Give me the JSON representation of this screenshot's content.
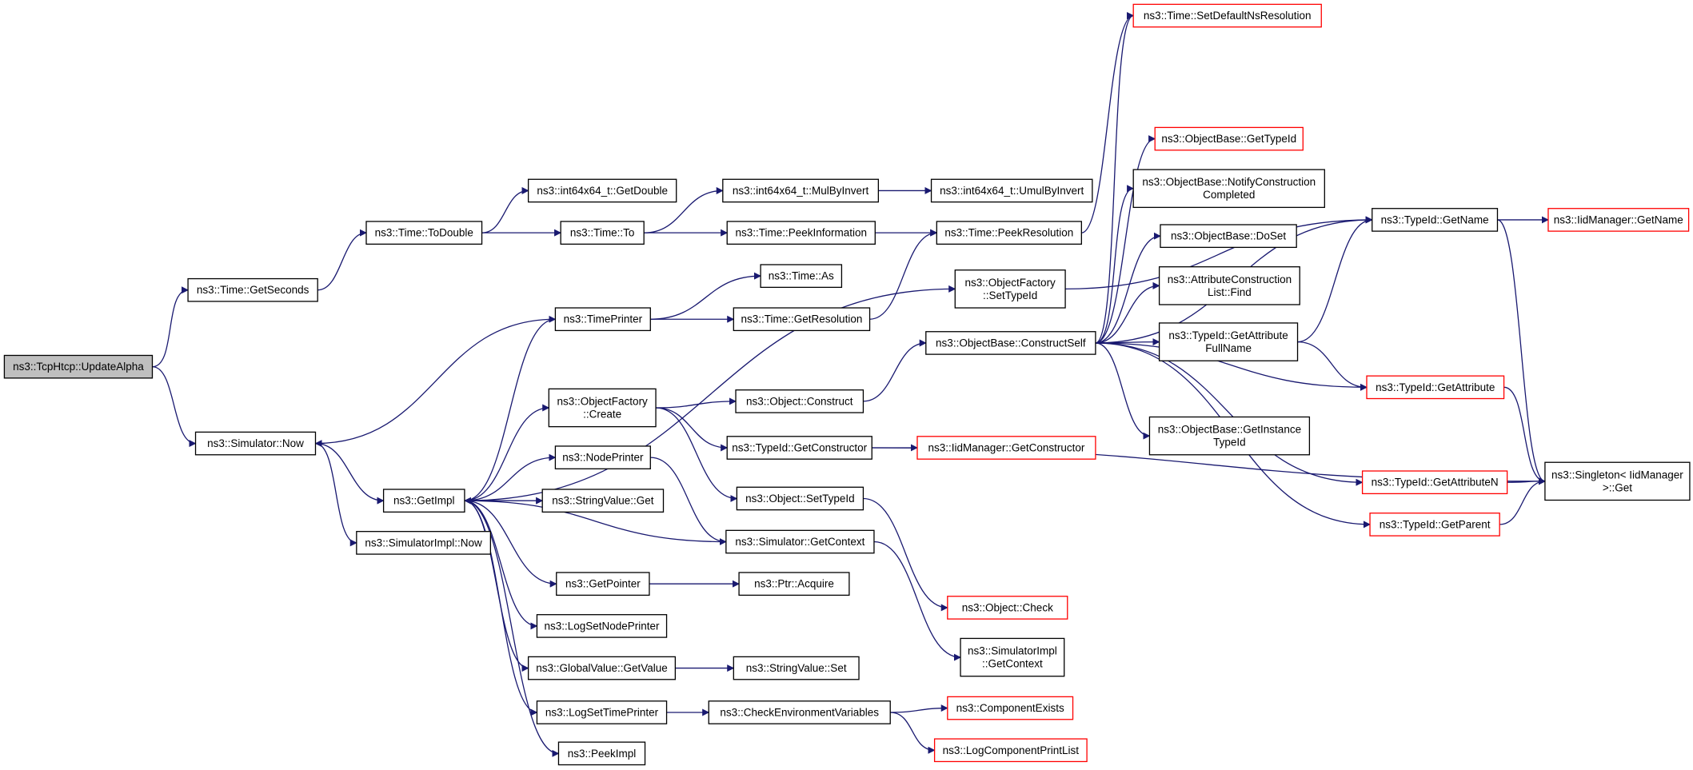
{
  "colors": {
    "edge": "#191970",
    "box_border": "#000000",
    "truncated_border": "#ff0000",
    "root_fill": "#bfbfbf",
    "box_fill": "#ffffff"
  },
  "nodes": [
    {
      "id": "updatealpha",
      "lines": [
        "ns3::TcpHtcp::UpdateAlpha"
      ],
      "style": "root"
    },
    {
      "id": "getseconds",
      "lines": [
        "ns3::Time::GetSeconds"
      ],
      "style": "normal"
    },
    {
      "id": "simnow",
      "lines": [
        "ns3::Simulator::Now"
      ],
      "style": "normal"
    },
    {
      "id": "todouble",
      "lines": [
        "ns3::Time::ToDouble"
      ],
      "style": "normal"
    },
    {
      "id": "getdouble",
      "lines": [
        "ns3::int64x64_t::GetDouble"
      ],
      "style": "normal"
    },
    {
      "id": "timeto",
      "lines": [
        "ns3::Time::To"
      ],
      "style": "normal"
    },
    {
      "id": "mulbyinvert",
      "lines": [
        "ns3::int64x64_t::MulByInvert"
      ],
      "style": "normal"
    },
    {
      "id": "umulbyinvert",
      "lines": [
        "ns3::int64x64_t::UmulByInvert"
      ],
      "style": "normal"
    },
    {
      "id": "peekinformation",
      "lines": [
        "ns3::Time::PeekInformation"
      ],
      "style": "normal"
    },
    {
      "id": "peekresolution",
      "lines": [
        "ns3::Time::PeekResolution"
      ],
      "style": "normal"
    },
    {
      "id": "setdefaultnsres",
      "lines": [
        "ns3::Time::SetDefaultNsResolution"
      ],
      "style": "truncated"
    },
    {
      "id": "timeas",
      "lines": [
        "ns3::Time::As"
      ],
      "style": "normal"
    },
    {
      "id": "timeprinter",
      "lines": [
        "ns3::TimePrinter"
      ],
      "style": "normal"
    },
    {
      "id": "getresolution",
      "lines": [
        "ns3::Time::GetResolution"
      ],
      "style": "normal"
    },
    {
      "id": "getimpl",
      "lines": [
        "ns3::GetImpl"
      ],
      "style": "normal"
    },
    {
      "id": "simimplnow",
      "lines": [
        "ns3::SimulatorImpl::Now"
      ],
      "style": "normal"
    },
    {
      "id": "ofcreate",
      "lines": [
        "ns3::ObjectFactory",
        "::Create"
      ],
      "style": "normal"
    },
    {
      "id": "nodeprinter",
      "lines": [
        "ns3::NodePrinter"
      ],
      "style": "normal"
    },
    {
      "id": "stringvalueget",
      "lines": [
        "ns3::StringValue::Get"
      ],
      "style": "normal"
    },
    {
      "id": "getpointer",
      "lines": [
        "ns3::GetPointer"
      ],
      "style": "normal"
    },
    {
      "id": "logsetnodeprinter",
      "lines": [
        "ns3::LogSetNodePrinter"
      ],
      "style": "normal"
    },
    {
      "id": "gvgetvalue",
      "lines": [
        "ns3::GlobalValue::GetValue"
      ],
      "style": "normal"
    },
    {
      "id": "logsettimeprinter",
      "lines": [
        "ns3::LogSetTimePrinter"
      ],
      "style": "normal"
    },
    {
      "id": "peekimpl",
      "lines": [
        "ns3::PeekImpl"
      ],
      "style": "normal"
    },
    {
      "id": "ofsettypeid",
      "lines": [
        "ns3::ObjectFactory",
        "::SetTypeId"
      ],
      "style": "normal"
    },
    {
      "id": "objconstruct",
      "lines": [
        "ns3::Object::Construct"
      ],
      "style": "normal"
    },
    {
      "id": "tidgetconstructor",
      "lines": [
        "ns3::TypeId::GetConstructor"
      ],
      "style": "normal"
    },
    {
      "id": "objsettypeid",
      "lines": [
        "ns3::Object::SetTypeId"
      ],
      "style": "normal"
    },
    {
      "id": "simgetcontext",
      "lines": [
        "ns3::Simulator::GetContext"
      ],
      "style": "normal"
    },
    {
      "id": "ptracquire",
      "lines": [
        "ns3::Ptr::Acquire"
      ],
      "style": "normal"
    },
    {
      "id": "stringvalueset",
      "lines": [
        "ns3::StringValue::Set"
      ],
      "style": "normal"
    },
    {
      "id": "checkenv",
      "lines": [
        "ns3::CheckEnvironmentVariables"
      ],
      "style": "normal"
    },
    {
      "id": "obconstructself",
      "lines": [
        "ns3::ObjectBase::ConstructSelf"
      ],
      "style": "normal"
    },
    {
      "id": "iidgetconstructor",
      "lines": [
        "ns3::IidManager::GetConstructor"
      ],
      "style": "truncated"
    },
    {
      "id": "objcheck",
      "lines": [
        "ns3::Object::Check"
      ],
      "style": "truncated"
    },
    {
      "id": "simimplgetcontext",
      "lines": [
        "ns3::SimulatorImpl",
        "::GetContext"
      ],
      "style": "normal"
    },
    {
      "id": "componentexists",
      "lines": [
        "ns3::ComponentExists"
      ],
      "style": "truncated"
    },
    {
      "id": "logcomponentprintlist",
      "lines": [
        "ns3::LogComponentPrintList"
      ],
      "style": "truncated"
    },
    {
      "id": "obgettypeid",
      "lines": [
        "ns3::ObjectBase::GetTypeId"
      ],
      "style": "truncated"
    },
    {
      "id": "obnotify",
      "lines": [
        "ns3::ObjectBase::NotifyConstruction",
        "Completed"
      ],
      "style": "normal"
    },
    {
      "id": "obdoset",
      "lines": [
        "ns3::ObjectBase::DoSet"
      ],
      "style": "normal"
    },
    {
      "id": "attrlistfind",
      "lines": [
        "ns3::AttributeConstruction",
        "List::Find"
      ],
      "style": "normal"
    },
    {
      "id": "tidgetattrfullname",
      "lines": [
        "ns3::TypeId::GetAttribute",
        "FullName"
      ],
      "style": "normal"
    },
    {
      "id": "obgetinstancetypeid",
      "lines": [
        "ns3::ObjectBase::GetInstance",
        "TypeId"
      ],
      "style": "normal"
    },
    {
      "id": "tidgetname",
      "lines": [
        "ns3::TypeId::GetName"
      ],
      "style": "normal"
    },
    {
      "id": "iidgetname",
      "lines": [
        "ns3::IidManager::GetName"
      ],
      "style": "truncated"
    },
    {
      "id": "tidgetattribute",
      "lines": [
        "ns3::TypeId::GetAttribute"
      ],
      "style": "truncated"
    },
    {
      "id": "tidgetattributen",
      "lines": [
        "ns3::TypeId::GetAttributeN"
      ],
      "style": "truncated"
    },
    {
      "id": "tidgetparent",
      "lines": [
        "ns3::TypeId::GetParent"
      ],
      "style": "truncated"
    },
    {
      "id": "singletonget",
      "lines": [
        "ns3::Singleton< IidManager",
        " >::Get"
      ],
      "style": "normal"
    }
  ],
  "edges": [
    [
      "updatealpha",
      "getseconds"
    ],
    [
      "updatealpha",
      "simnow"
    ],
    [
      "getseconds",
      "todouble"
    ],
    [
      "todouble",
      "getdouble"
    ],
    [
      "todouble",
      "timeto"
    ],
    [
      "timeto",
      "mulbyinvert"
    ],
    [
      "timeto",
      "peekinformation"
    ],
    [
      "mulbyinvert",
      "umulbyinvert"
    ],
    [
      "peekinformation",
      "peekresolution"
    ],
    [
      "peekresolution",
      "setdefaultnsres"
    ],
    [
      "timeprinter",
      "timeas"
    ],
    [
      "timeprinter",
      "getresolution"
    ],
    [
      "timeprinter",
      "simnow"
    ],
    [
      "getresolution",
      "peekresolution"
    ],
    [
      "simnow",
      "getimpl"
    ],
    [
      "simnow",
      "simimplnow"
    ],
    [
      "getimpl",
      "timeprinter"
    ],
    [
      "getimpl",
      "ofsettypeid"
    ],
    [
      "getimpl",
      "ofcreate"
    ],
    [
      "getimpl",
      "nodeprinter"
    ],
    [
      "getimpl",
      "stringvalueget"
    ],
    [
      "getimpl",
      "getpointer"
    ],
    [
      "getimpl",
      "logsetnodeprinter"
    ],
    [
      "getimpl",
      "gvgetvalue"
    ],
    [
      "getimpl",
      "logsettimeprinter"
    ],
    [
      "getimpl",
      "peekimpl"
    ],
    [
      "ofcreate",
      "objconstruct"
    ],
    [
      "ofcreate",
      "tidgetconstructor"
    ],
    [
      "ofcreate",
      "objsettypeid"
    ],
    [
      "nodeprinter",
      "simgetcontext"
    ],
    [
      "simgetcontext",
      "getimpl"
    ],
    [
      "simgetcontext",
      "simimplgetcontext"
    ],
    [
      "getpointer",
      "ptracquire"
    ],
    [
      "gvgetvalue",
      "stringvalueset"
    ],
    [
      "logsettimeprinter",
      "checkenv"
    ],
    [
      "checkenv",
      "componentexists"
    ],
    [
      "checkenv",
      "logcomponentprintlist"
    ],
    [
      "objconstruct",
      "obconstructself"
    ],
    [
      "tidgetconstructor",
      "iidgetconstructor"
    ],
    [
      "tidgetconstructor",
      "singletonget"
    ],
    [
      "objsettypeid",
      "objcheck"
    ],
    [
      "ofsettypeid",
      "tidgetname"
    ],
    [
      "obconstructself",
      "setdefaultnsres"
    ],
    [
      "obconstructself",
      "obgettypeid"
    ],
    [
      "obconstructself",
      "obnotify"
    ],
    [
      "obconstructself",
      "obdoset"
    ],
    [
      "obconstructself",
      "attrlistfind"
    ],
    [
      "obconstructself",
      "tidgetattrfullname"
    ],
    [
      "obconstructself",
      "obgetinstancetypeid"
    ],
    [
      "obconstructself",
      "tidgetname"
    ],
    [
      "obconstructself",
      "tidgetattribute"
    ],
    [
      "obconstructself",
      "tidgetattributen"
    ],
    [
      "obconstructself",
      "tidgetparent"
    ],
    [
      "tidgetattrfullname",
      "tidgetname"
    ],
    [
      "tidgetattrfullname",
      "tidgetattribute"
    ],
    [
      "tidgetname",
      "iidgetname"
    ],
    [
      "tidgetname",
      "singletonget"
    ],
    [
      "tidgetattribute",
      "singletonget"
    ],
    [
      "tidgetattributen",
      "singletonget"
    ],
    [
      "tidgetparent",
      "singletonget"
    ]
  ]
}
